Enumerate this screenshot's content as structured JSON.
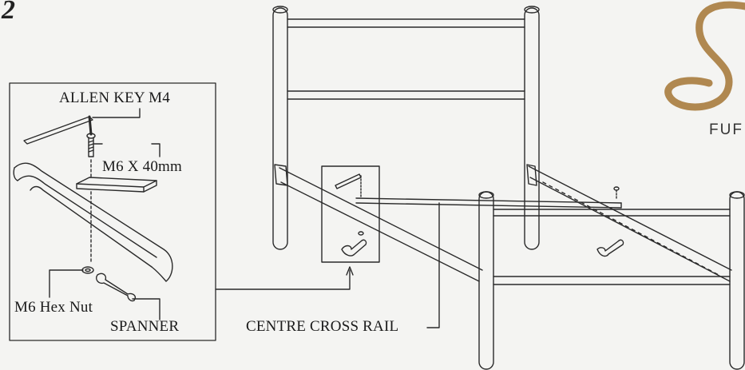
{
  "step": {
    "number": "2"
  },
  "labels": {
    "allen_key": "ALLEN KEY M4",
    "bolt": "M6 X  40mm",
    "hex_nut": "M6 Hex Nut",
    "spanner": "SPANNER",
    "centre_cross_rail": "CENTRE CROSS RAIL"
  },
  "logo": {
    "text": "FUF"
  },
  "colors": {
    "line": "#2a2a2a",
    "background": "#f4f4f2",
    "logo_brown": "#b08850"
  },
  "icons": [
    "allen-key-icon",
    "bolt-icon",
    "hex-nut-icon",
    "spanner-icon"
  ]
}
